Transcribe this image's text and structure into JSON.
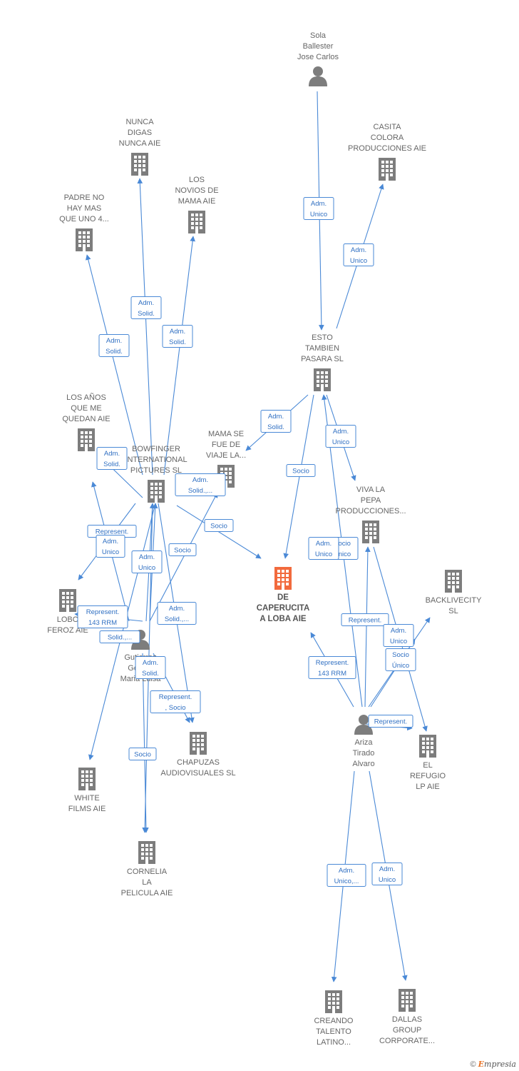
{
  "colors": {
    "edge": "#4a89d6",
    "building": "#7d7d7d",
    "person": "#7d7d7d",
    "focus": "#f26a3d"
  },
  "nodes": [
    {
      "id": "sola",
      "type": "person",
      "label": [
        "Sola",
        "Ballester",
        "Jose Carlos"
      ]
    },
    {
      "id": "casita",
      "type": "company",
      "label": [
        "CASITA",
        "COLORA",
        "PRODUCCIONES AIE"
      ]
    },
    {
      "id": "nunca",
      "type": "company",
      "label": [
        "NUNCA",
        "DIGAS",
        "NUNCA AIE"
      ]
    },
    {
      "id": "novios",
      "type": "company",
      "label": [
        "LOS",
        "NOVIOS DE",
        "MAMA AIE"
      ]
    },
    {
      "id": "padre",
      "type": "company",
      "label": [
        "PADRE NO",
        "HAY MAS",
        "QUE UNO 4..."
      ]
    },
    {
      "id": "esto",
      "type": "company",
      "label": [
        "ESTO",
        "TAMBIEN",
        "PASARA  SL"
      ]
    },
    {
      "id": "anos",
      "type": "company",
      "label": [
        "LOS AÑOS",
        "QUE ME",
        "QUEDAN  AIE"
      ]
    },
    {
      "id": "bowfinger",
      "type": "company",
      "label": [
        "BOWFINGER",
        "INTERNATIONAL",
        "PICTURES SL"
      ]
    },
    {
      "id": "mama",
      "type": "company",
      "label": [
        "MAMA SE",
        "FUE DE",
        "VIAJE LA..."
      ]
    },
    {
      "id": "viva",
      "type": "company",
      "label": [
        "VIVA LA",
        "PEPA",
        "PRODUCCIONES..."
      ]
    },
    {
      "id": "caperucita",
      "type": "focus",
      "label": [
        "DE",
        "CAPERUCITA",
        "A LOBA  AIE"
      ]
    },
    {
      "id": "backlive",
      "type": "company",
      "label": [
        "BACKLIVECITY",
        "SL"
      ]
    },
    {
      "id": "lobo",
      "type": "company",
      "label": [
        "LOBO",
        "FEROZ  AIE"
      ]
    },
    {
      "id": "gutierrez",
      "type": "person",
      "label": [
        "Gutierrez",
        "Gomez",
        "Maria Luisa"
      ]
    },
    {
      "id": "chapuzas",
      "type": "company",
      "label": [
        "CHAPUZAS",
        "AUDIOVISUALES SL"
      ]
    },
    {
      "id": "ariza",
      "type": "person",
      "label": [
        "Ariza",
        "Tirado",
        "Alvaro"
      ]
    },
    {
      "id": "refugio",
      "type": "company",
      "label": [
        "EL",
        "REFUGIO",
        "LP AIE"
      ]
    },
    {
      "id": "white",
      "type": "company",
      "label": [
        "WHITE",
        "FILMS AIE"
      ]
    },
    {
      "id": "cornelia",
      "type": "company",
      "label": [
        "CORNELIA",
        "LA",
        "PELICULA  AIE"
      ]
    },
    {
      "id": "creando",
      "type": "company",
      "label": [
        "CREANDO",
        "TALENTO",
        "LATINO..."
      ]
    },
    {
      "id": "dallas",
      "type": "company",
      "label": [
        "DALLAS",
        "GROUP",
        "CORPORATE..."
      ]
    }
  ],
  "edges": [
    {
      "from": "sola",
      "to": "esto",
      "label": [
        "Adm.",
        "Unico"
      ]
    },
    {
      "from": "esto",
      "to": "casita",
      "label": [
        "Adm.",
        "Unico"
      ]
    },
    {
      "from": "bowfinger",
      "to": "nunca",
      "label": [
        "Adm.",
        "Solid."
      ]
    },
    {
      "from": "bowfinger",
      "to": "novios",
      "label": [
        "Adm.",
        "Solid."
      ]
    },
    {
      "from": "bowfinger",
      "to": "padre",
      "label": [
        "Adm.",
        "Solid."
      ]
    },
    {
      "from": "esto",
      "to": "mama",
      "label": [
        "Adm.",
        "Solid."
      ]
    },
    {
      "from": "esto",
      "to": "viva",
      "label": [
        "Adm.",
        "Unico"
      ]
    },
    {
      "from": "esto",
      "to": "caperucita",
      "label": [
        "Socio"
      ]
    },
    {
      "from": "bowfinger",
      "to": "anos",
      "label": [
        "Adm.",
        "Solid."
      ]
    },
    {
      "from": "gutierrez",
      "to": "mama",
      "label": [
        "Adm.",
        "Solid.,..."
      ]
    },
    {
      "from": "bowfinger",
      "to": "caperucita",
      "label": [
        "Socio"
      ]
    },
    {
      "from": "bowfinger",
      "to": "lobo",
      "label": [
        "Represent."
      ]
    },
    {
      "from": "gutierrez",
      "to": "anos",
      "label": [
        "Adm.",
        "Unico"
      ]
    },
    {
      "from": "gutierrez",
      "to": "bowfinger",
      "label": [
        "Adm.",
        "Unico"
      ]
    },
    {
      "from": "gutierrez",
      "to": "bowfinger",
      "label": [
        "Socio"
      ]
    },
    {
      "from": "bowfinger",
      "to": "chapuzas",
      "label": [
        "Adm.",
        "Solid.,..."
      ]
    },
    {
      "from": "bowfinger",
      "to": "white",
      "label": [
        "Represent.",
        "143 RRM"
      ]
    },
    {
      "from": "gutierrez",
      "to": "lobo",
      "label": [
        "Solid.,..."
      ]
    },
    {
      "from": "bowfinger",
      "to": "cornelia",
      "label": [
        "Adm.",
        "Solid."
      ]
    },
    {
      "from": "gutierrez",
      "to": "chapuzas",
      "label": [
        "Represent.",
        ", Socio"
      ]
    },
    {
      "from": "gutierrez",
      "to": "cornelia",
      "label": [
        "Socio"
      ]
    },
    {
      "from": "ariza",
      "to": "viva",
      "label": [
        "Socio",
        "Único"
      ]
    },
    {
      "from": "ariza",
      "to": "esto",
      "label": [
        "Adm.",
        "Unico"
      ]
    },
    {
      "from": "ariza",
      "to": "caperucita",
      "label": [
        "Represent.",
        "143 RRM"
      ]
    },
    {
      "from": "ariza",
      "to": "backlive",
      "label": [
        "Represent."
      ]
    },
    {
      "from": "ariza",
      "to": "refugio",
      "label": [
        "Represent."
      ]
    },
    {
      "from": "viva",
      "to": "refugio",
      "label": [
        "Adm.",
        "Unico"
      ]
    },
    {
      "from": "ariza",
      "to": "viva",
      "label": [
        "Socio",
        "Único"
      ]
    },
    {
      "from": "ariza",
      "to": "creando",
      "label": [
        "Adm.",
        "Unico,..."
      ]
    },
    {
      "from": "ariza",
      "to": "dallas",
      "label": [
        "Adm.",
        "Unico"
      ]
    }
  ],
  "footer": {
    "copyright": "©",
    "brand_initial": "E",
    "brand_rest": "mpresia"
  }
}
